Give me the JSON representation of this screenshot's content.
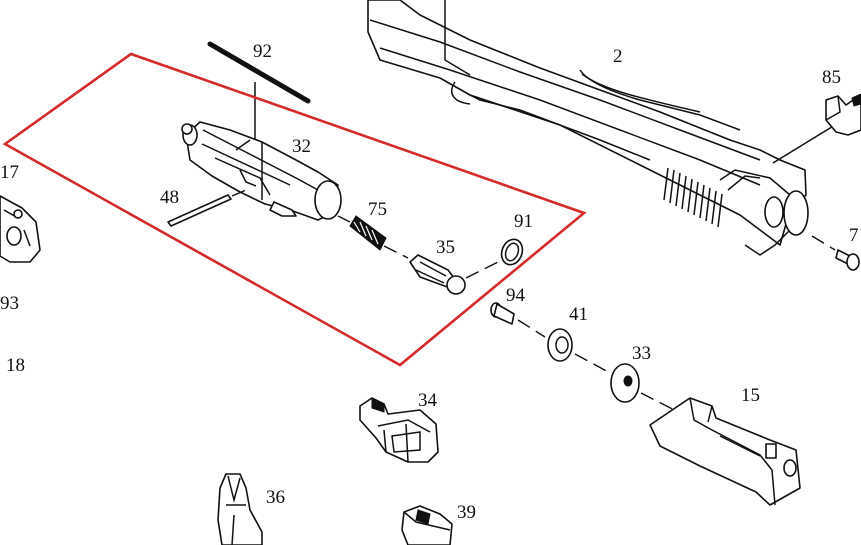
{
  "diagram": {
    "highlight_color": "#d42a2a",
    "line_color": "#111111",
    "labels": {
      "p92": "92",
      "p2": "2",
      "p85": "85",
      "p17": "17",
      "p32": "32",
      "p48": "48",
      "p75": "75",
      "p91": "91",
      "p35": "35",
      "p7": "7",
      "p93": "93",
      "p94": "94",
      "p41": "41",
      "p18": "18",
      "p33": "33",
      "p15": "15",
      "p34": "34",
      "p36": "36",
      "p39": "39"
    }
  }
}
